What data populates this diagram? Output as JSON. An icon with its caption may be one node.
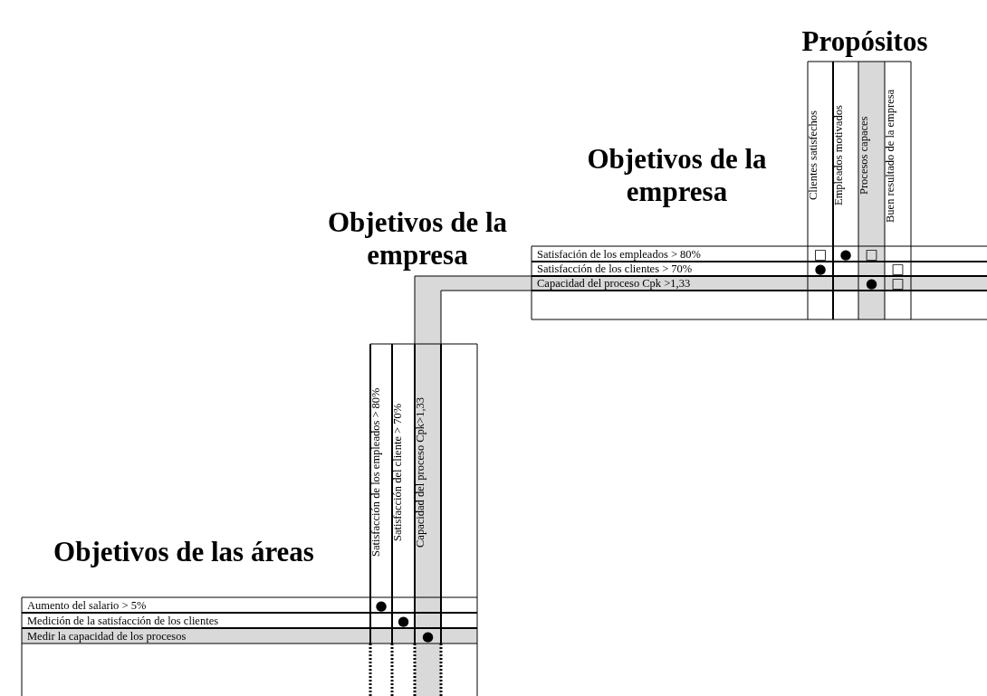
{
  "diagram": {
    "labels": [
      "Propósitos",
      "Objetivos de la empresa",
      "Clientes satisfechos",
      "Empleados motivados",
      "Procesos capaces",
      "Buen resultado de la empresa",
      "Objetivos de la empresa",
      "Satisfación de los empleados > 80%",
      "□",
      "●",
      "□",
      "Satisfacción de los clientes > 70%",
      "●",
      "□",
      "Capacidad del proceso Cpk >1,33",
      "●",
      "□",
      "Satisfacción de los empleados > 80%",
      "Satisfacción del cliente > 70%",
      "Capacidad del proceso Cpk>1,33",
      "Objetivos de las áreas",
      "Aumento del salario > 5%",
      "●",
      "Medición de la satisfacción de los clientes",
      "●",
      "Medir la capacidad de los procesos",
      "●"
    ]
  }
}
